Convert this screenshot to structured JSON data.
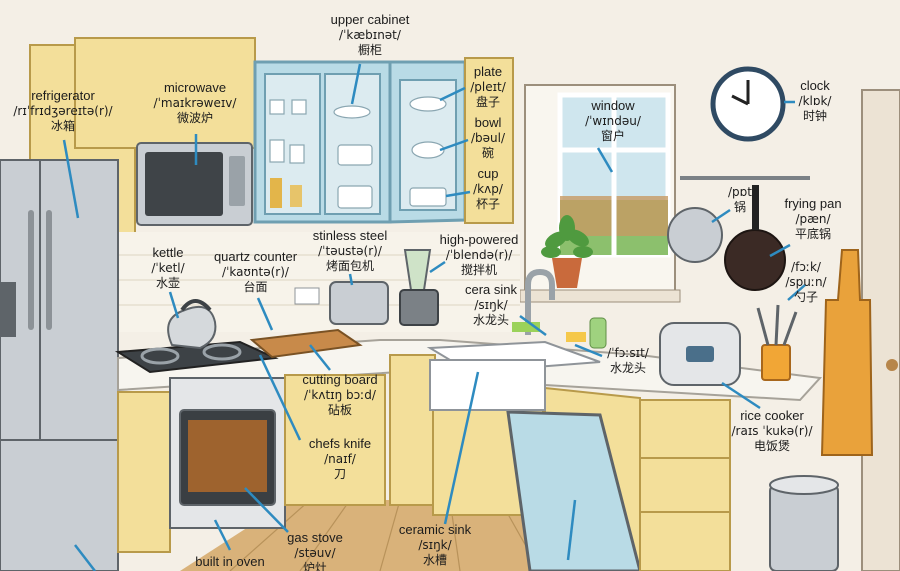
{
  "colors": {
    "wall": "#f4efe6",
    "cabinet": "#f3df9a",
    "cabinet_edge": "#b89a4a",
    "glass_cabinet": "#b9dbe6",
    "counter": "#f7f5ef",
    "floor": "#d9b27a",
    "steel": "#c9ced3",
    "pointer": "#2e8bc0"
  },
  "labels": [
    {
      "id": "upper-cabinet",
      "word": "upper cabinet",
      "ipa": "/ˈkæbɪnət/",
      "zh": "橱柜"
    },
    {
      "id": "microwave",
      "word": "microwave",
      "ipa": "/ˈmaɪkrəweɪv/",
      "zh": "微波炉"
    },
    {
      "id": "refrigerator",
      "word": "refrigerator",
      "ipa": "/rɪˈfrɪdʒəreɪtə(r)/",
      "zh": "冰箱"
    },
    {
      "id": "plate",
      "word": "plate",
      "ipa": "/pleɪt/",
      "zh": "盘子"
    },
    {
      "id": "bowl",
      "word": "bowl",
      "ipa": "/bəul/",
      "zh": "碗"
    },
    {
      "id": "cup",
      "word": "cup",
      "ipa": "/kʌp/",
      "zh": "杯子"
    },
    {
      "id": "window",
      "word": "window",
      "ipa": "/ˈwɪndəu/",
      "zh": "窗户"
    },
    {
      "id": "clock",
      "word": "clock",
      "ipa": "/klɒk/",
      "zh": "时钟"
    },
    {
      "id": "pot",
      "word": "",
      "ipa": "/pɒt",
      "zh": "锅"
    },
    {
      "id": "frying-pan",
      "word": "frying pan",
      "ipa": "/pæn/",
      "zh": "平底锅"
    },
    {
      "id": "kettle",
      "word": "kettle",
      "ipa": "/ˈketl/",
      "zh": "水壶"
    },
    {
      "id": "quartz-counter",
      "word": "quartz counter",
      "ipa": "/ˈkaʊntə(r)/",
      "zh": "台面"
    },
    {
      "id": "toaster",
      "word": "stinless steel",
      "ipa": "/ˈtəustə(r)/",
      "zh": "烤面包机"
    },
    {
      "id": "blender",
      "word": "high-powered",
      "ipa": "/ˈblendə(r)/",
      "zh": "搅拌机"
    },
    {
      "id": "faucet",
      "word": "cera sink",
      "ipa": "/sɪŋk/",
      "zh": "水龙头"
    },
    {
      "id": "spoon",
      "word": "",
      "ipa": "/fɔːk/ /spuːn/",
      "zh": "勺子"
    },
    {
      "id": "faucet2",
      "word": "",
      "ipa": "/ˈfɔːsɪt/",
      "zh": "水龙头"
    },
    {
      "id": "cutting-board",
      "word": "cutting board",
      "ipa": "/ˈkʌtɪŋ bɔːd/",
      "zh": "砧板"
    },
    {
      "id": "chefs-knife",
      "word": "chefs knife",
      "ipa": "/naɪf/",
      "zh": "刀"
    },
    {
      "id": "rice-cooker",
      "word": "rice cooker",
      "ipa": "/raɪs ˈkukə(r)/",
      "zh": "电饭煲"
    },
    {
      "id": "ceramic-sink",
      "word": "ceramic sink",
      "ipa": "/sɪŋk/",
      "zh": "水槽"
    },
    {
      "id": "gas-stove",
      "word": "gas stove",
      "ipa": "/stəuv/",
      "zh": "炉灶"
    },
    {
      "id": "built-in-oven",
      "word": "built in oven",
      "ipa": "",
      "zh": ""
    }
  ]
}
